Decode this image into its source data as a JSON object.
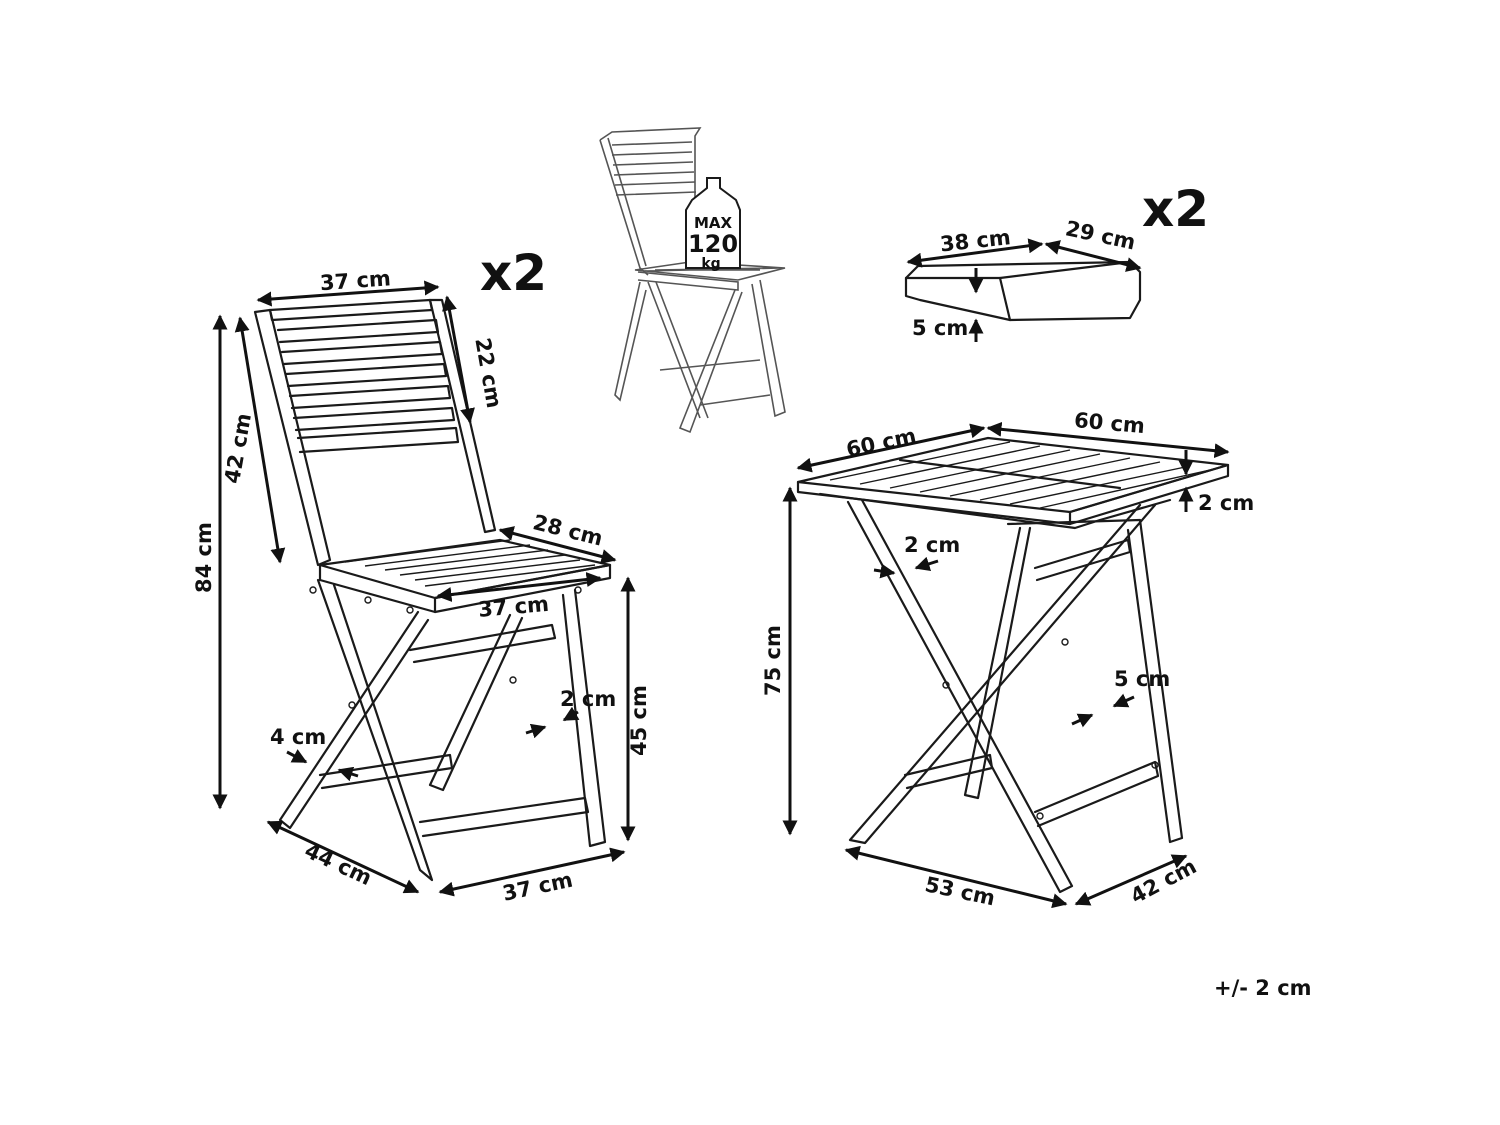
{
  "chair": {
    "quantity": "x2",
    "back_width": "37 cm",
    "back_height": "22 cm",
    "backrest_length": "42 cm",
    "total_height": "84 cm",
    "seat_depth": "28 cm",
    "seat_width": "37 cm",
    "seat_height": "45 cm",
    "frame_thickness": "2 cm",
    "leg_width": "4 cm",
    "base_depth": "44 cm",
    "base_width": "37 cm"
  },
  "weight_limit": {
    "line1": "MAX",
    "line2": "120",
    "line3": "kg"
  },
  "cushion": {
    "quantity": "x2",
    "length": "38 cm",
    "width": "29 cm",
    "thickness": "5 cm"
  },
  "table": {
    "top_width": "60 cm",
    "top_depth": "60 cm",
    "top_thickness": "2 cm",
    "height": "75 cm",
    "leg_thickness": "2 cm",
    "leg_width": "5 cm",
    "base_width": "53 cm",
    "base_depth": "42 cm"
  },
  "tolerance": "+/- 2 cm"
}
